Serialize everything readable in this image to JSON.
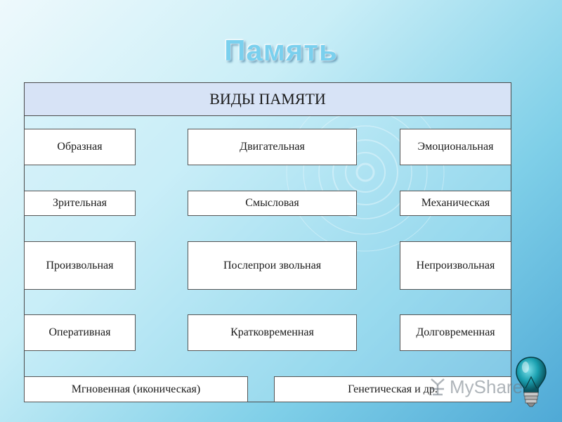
{
  "title": "Память",
  "header": "ВИДЫ ПАМЯТИ",
  "rows": [
    [
      "Образная",
      "Двигательная",
      "Эмоциональная"
    ],
    [
      "Зрительная",
      "Смысловая",
      "Механическая"
    ],
    [
      "Произвольная",
      "Послепрои звольная",
      "Непроизвольная"
    ],
    [
      "Оперативная",
      "Кратковременная",
      "Долговременная"
    ],
    [
      "Мгновенная (иконическая)",
      "Генетическая и др."
    ]
  ],
  "watermark": "MyShared"
}
